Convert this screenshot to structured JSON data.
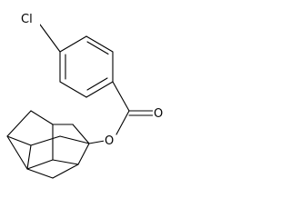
{
  "molecule": {
    "atoms": {
      "chlorine": "Cl",
      "ester_carbonyl_oxygen": "O",
      "ester_ether_oxygen": "O"
    },
    "colors": {
      "bond": "#000000",
      "label": "#000000",
      "background": "#ffffff"
    }
  }
}
